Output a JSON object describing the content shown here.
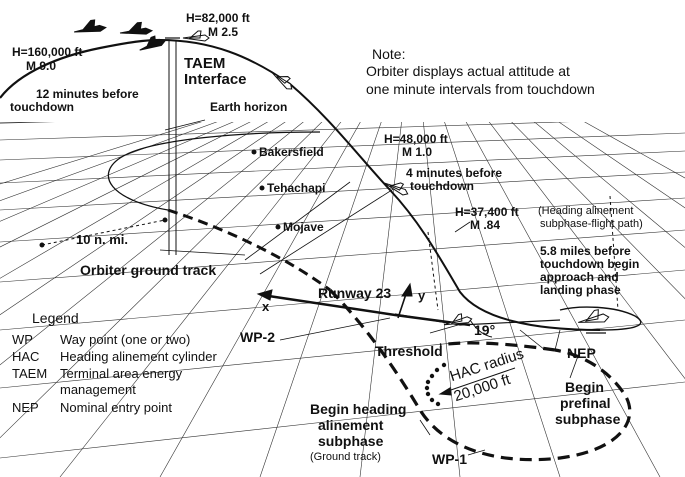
{
  "labels": {
    "alt_160k": "H=160,000 ft",
    "mach_9": "M 9.0",
    "alt_82k": "H=82,000 ft",
    "mach_25": "M 2.5",
    "taem_1": "TAEM",
    "taem_2": "Interface",
    "min12_1": "12 minutes before",
    "min12_2": "touchdown",
    "earth_horizon": "Earth horizon",
    "alt_48k": "H=48,000 ft",
    "mach_10": "M 1.0",
    "bakersfield": "Bakersfield",
    "tehachapi": "Tehachapi",
    "mojave": "Mojave",
    "min4_1": "4 minutes before",
    "min4_2": "touchdown",
    "alt_37k": "H=37,400 ft",
    "mach_84": "M .84",
    "heading_fp_1": "(Heading alinement",
    "heading_fp_2": "subphase-flight path)",
    "ten_nmi": "10 n. mi.",
    "ground_track": "Orbiter ground track",
    "miles58_1": "5.8 miles before",
    "miles58_2": "touchdown begin",
    "miles58_3": "approach and",
    "miles58_4": "landing phase",
    "runway": "Runway 23",
    "axis_y": "y",
    "axis_x": "x",
    "wp2": "WP-2",
    "angle": "19°",
    "threshold": "Threshold",
    "nep": "NEP",
    "hac_radius_1": "HAC radius",
    "hac_radius_2": "20,000 ft",
    "begin_prefinal_1": "Begin",
    "begin_prefinal_2": "prefinal",
    "begin_prefinal_3": "subphase",
    "begin_heading_1": "Begin heading",
    "begin_heading_2": "alinement",
    "begin_heading_3": "subphase",
    "begin_heading_4": "(Ground track)",
    "wp1": "WP-1"
  },
  "note": {
    "title": "Note:",
    "line1": "Orbiter displays actual attitude at",
    "line2": "one minute intervals from touchdown"
  },
  "legend": {
    "title": "Legend",
    "items": [
      {
        "abbr": "WP",
        "desc": "Way point (one or two)"
      },
      {
        "abbr": "HAC",
        "desc": "Heading alinement cylinder"
      },
      {
        "abbr": "TAEM",
        "desc": "Terminal area energy"
      },
      {
        "abbr": "",
        "desc": "management"
      },
      {
        "abbr": "NEP",
        "desc": "Nominal entry point"
      }
    ]
  },
  "colors": {
    "ink": "#111111",
    "background": "#ffffff"
  }
}
